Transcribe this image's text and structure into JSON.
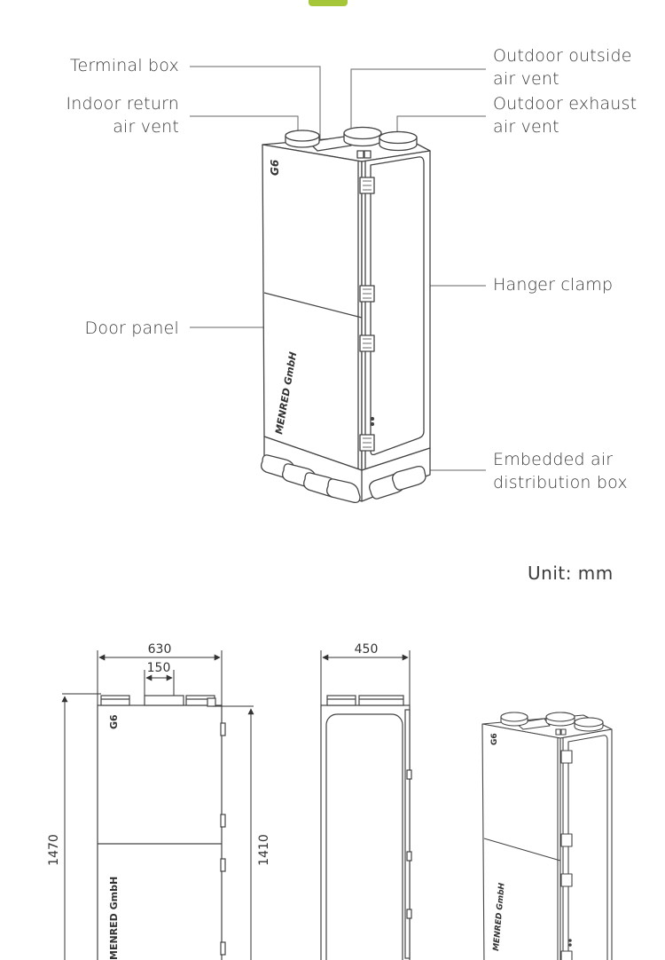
{
  "colors": {
    "accent": "#a6c63a",
    "line": "#444444",
    "fill": "#ffffff"
  },
  "callouts": {
    "terminal_box": "Terminal box",
    "indoor_return": [
      "Indoor return",
      "air vent"
    ],
    "outdoor_outside": [
      "Outdoor outside",
      "air vent"
    ],
    "outdoor_exhaust": [
      "Outdoor exhaust",
      "air vent"
    ],
    "hanger_clamp": "Hanger clamp",
    "door_panel": "Door panel",
    "embedded_box": [
      "Embedded air",
      "distribution box"
    ]
  },
  "brand": {
    "model": "G6",
    "company": "MENRED GmbH"
  },
  "unit_note": "Unit: mm",
  "dimensions": {
    "front_width": "630",
    "spigot_spacing": "150",
    "side_depth": "450",
    "total_height": "1470",
    "body_height": "1410"
  }
}
